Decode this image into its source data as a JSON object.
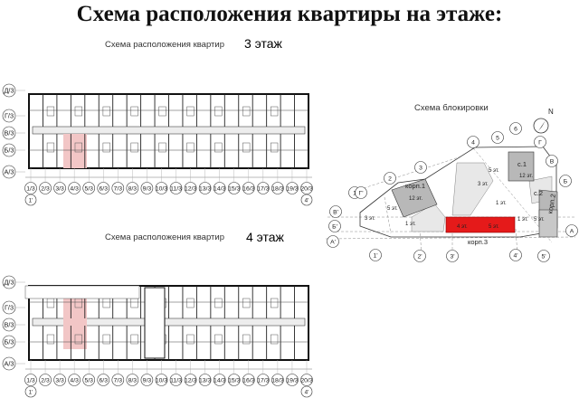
{
  "page": {
    "title": "Схема расположения квартиры на этаже:"
  },
  "plan3": {
    "caption": "Схема расположения квартир",
    "floor": "3 этаж",
    "left_axes": [
      "Д/3",
      "Г/3",
      "В/3",
      "Б/3",
      "А/3"
    ],
    "bottom_axes": [
      "1/3",
      "2/3",
      "3/3",
      "4/3",
      "5/3",
      "6/3",
      "7/3",
      "8/3",
      "9/3",
      "10/3",
      "11/3",
      "12/3",
      "13/3",
      "14/3",
      "15/3",
      "16/3",
      "17/3",
      "18/3",
      "19/3",
      "20/3"
    ],
    "start_axis": "1'",
    "end_axis": "4'"
  },
  "plan4": {
    "caption": "Схема расположения квартир",
    "floor": "4 этаж",
    "left_axes": [
      "Д/3",
      "Г/3",
      "В/3",
      "Б/3",
      "А/3"
    ],
    "bottom_axes": [
      "1/3",
      "2/3",
      "3/3",
      "4/3",
      "5/3",
      "6/3",
      "7/3",
      "8/3",
      "9/3",
      "10/3",
      "11/3",
      "12/3",
      "13/3",
      "14/3",
      "15/3",
      "16/3",
      "17/3",
      "18/3",
      "19/3",
      "20/3"
    ],
    "start_axis": "1'",
    "end_axis": "4'"
  },
  "site": {
    "caption": "Схема блокировки",
    "north": "N",
    "buildings": [
      {
        "name": "корп.1",
        "floors_a": "12 эт.",
        "floors_b": "5 эт."
      },
      {
        "name": "с.1",
        "floors_a": "12 эт.",
        "floors_b": "5 эт."
      },
      {
        "name": "с.2",
        "floors_a": "3 эт."
      },
      {
        "name": "корп.2",
        "floors_a": "5 эт."
      },
      {
        "name": "корп.3",
        "floors_a": "4 эт.",
        "floors_b": "5 эт."
      }
    ],
    "small_labels": {
      "a": "3 эт.",
      "b": "1 эт.",
      "c": "3 эт.",
      "d": "1 эт.",
      "e": "1 эт.",
      "f": "5 эт."
    },
    "axes": [
      "1",
      "2",
      "3",
      "4",
      "5",
      "6",
      "Г",
      "В",
      "Б",
      "А",
      "А'",
      "Б'",
      "В'",
      "Г'",
      "1'",
      "2'",
      "3'",
      "4'",
      "5'"
    ],
    "colors": {
      "highlight": "#e51a1a",
      "building": "#b8b8b8",
      "flat": "#f2c6c6"
    }
  }
}
